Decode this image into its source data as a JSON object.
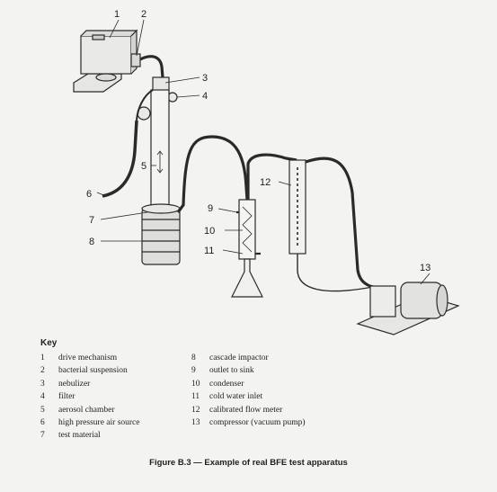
{
  "callouts": [
    "1",
    "2",
    "3",
    "4",
    "5",
    "6",
    "7",
    "8",
    "9",
    "10",
    "11",
    "12",
    "13"
  ],
  "key": {
    "title": "Key",
    "items": [
      {
        "num": "1",
        "label": "drive mechanism"
      },
      {
        "num": "2",
        "label": "bacterial suspension"
      },
      {
        "num": "3",
        "label": "nebulizer"
      },
      {
        "num": "4",
        "label": "filter"
      },
      {
        "num": "5",
        "label": "aerosol chamber"
      },
      {
        "num": "6",
        "label": "high pressure air source"
      },
      {
        "num": "7",
        "label": "test material"
      },
      {
        "num": "8",
        "label": "cascade impactor"
      },
      {
        "num": "9",
        "label": "outlet to sink"
      },
      {
        "num": "10",
        "label": "condenser"
      },
      {
        "num": "11",
        "label": "cold water inlet"
      },
      {
        "num": "12",
        "label": "calibrated flow meter"
      },
      {
        "num": "13",
        "label": "compressor (vacuum pump)"
      }
    ]
  },
  "caption": "Figure B.3 — Example of real BFE test apparatus"
}
